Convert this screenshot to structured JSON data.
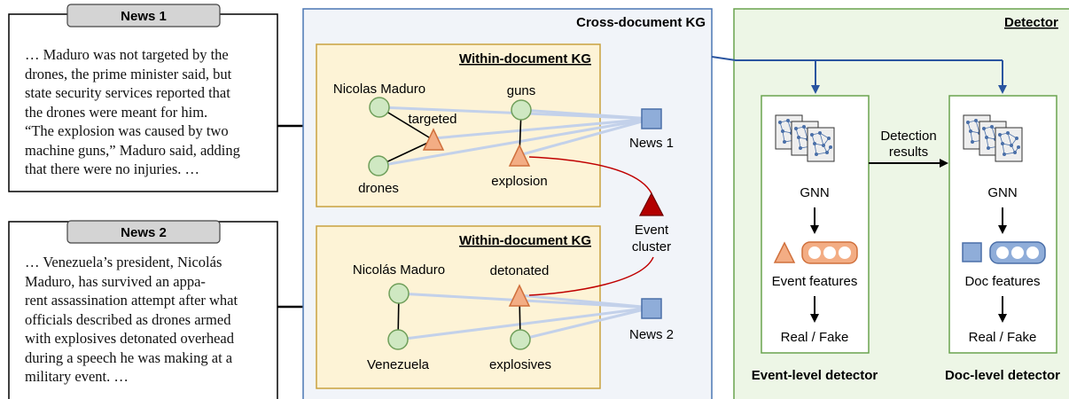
{
  "news": [
    {
      "title": "News 1",
      "text": "… Maduro was not targeted by the\ndrones, the prime minister said, but\nstate security services reported that\nthe drones were meant for him.\n“The explosion was caused by two\nmachine guns,” Maduro said, adding\nthat there were no injuries. …"
    },
    {
      "title": "News 2",
      "text": "… Venezuela’s president, Nicolás\nMaduro, has survived an appa-\nrent assassination attempt after what\nofficials described as drones armed\nwith explosives detonated overhead\nduring a speech he was making at a\nmilitary event. …"
    }
  ],
  "cross_kg": {
    "title": "Cross-document KG",
    "event_cluster": "Event\ncluster",
    "kg1": {
      "title": "Within-document KG",
      "entity_a": "Nicolas Maduro",
      "entity_b": "guns",
      "event_a": "targeted",
      "entity_c": "drones",
      "event_b": "explosion",
      "doc": "News 1"
    },
    "kg2": {
      "title": "Within-document KG",
      "entity_a": "Nicolás Maduro",
      "event_a": "detonated",
      "entity_b": "Venezuela",
      "entity_c": "explosives",
      "doc": "News 2"
    }
  },
  "detector": {
    "title": "Detector",
    "detection_results": "Detection\nresults",
    "event_level": {
      "gnn": "GNN",
      "features": "Event features",
      "output": "Real / Fake",
      "caption": "Event-level detector"
    },
    "doc_level": {
      "gnn": "GNN",
      "features": "Doc features",
      "output": "Real / Fake",
      "caption": "Doc-level detector"
    }
  },
  "colors": {
    "entity_fill": "#cfe8c2",
    "entity_stroke": "#6f9f5a",
    "event_fill": "#f3ad84",
    "event_stroke": "#d0703c",
    "doc_fill": "#8fadd9",
    "doc_stroke": "#4a6fa8",
    "cluster_fill": "#b30000",
    "kg_panel_fill": "#fdf3d6",
    "kg_panel_stroke": "#c9a13f",
    "cross_panel_fill": "#f1f4f9",
    "cross_panel_stroke": "#4a77b4",
    "detector_panel_fill": "#edf6e6",
    "detector_panel_stroke": "#6aa34f",
    "blue_arrow": "#2a55a0",
    "red_link": "#c00000"
  },
  "icons": [
    "graph-stack-icon",
    "feature-vector-icon",
    "event-triangle-icon",
    "doc-square-icon",
    "entity-circle-icon"
  ]
}
